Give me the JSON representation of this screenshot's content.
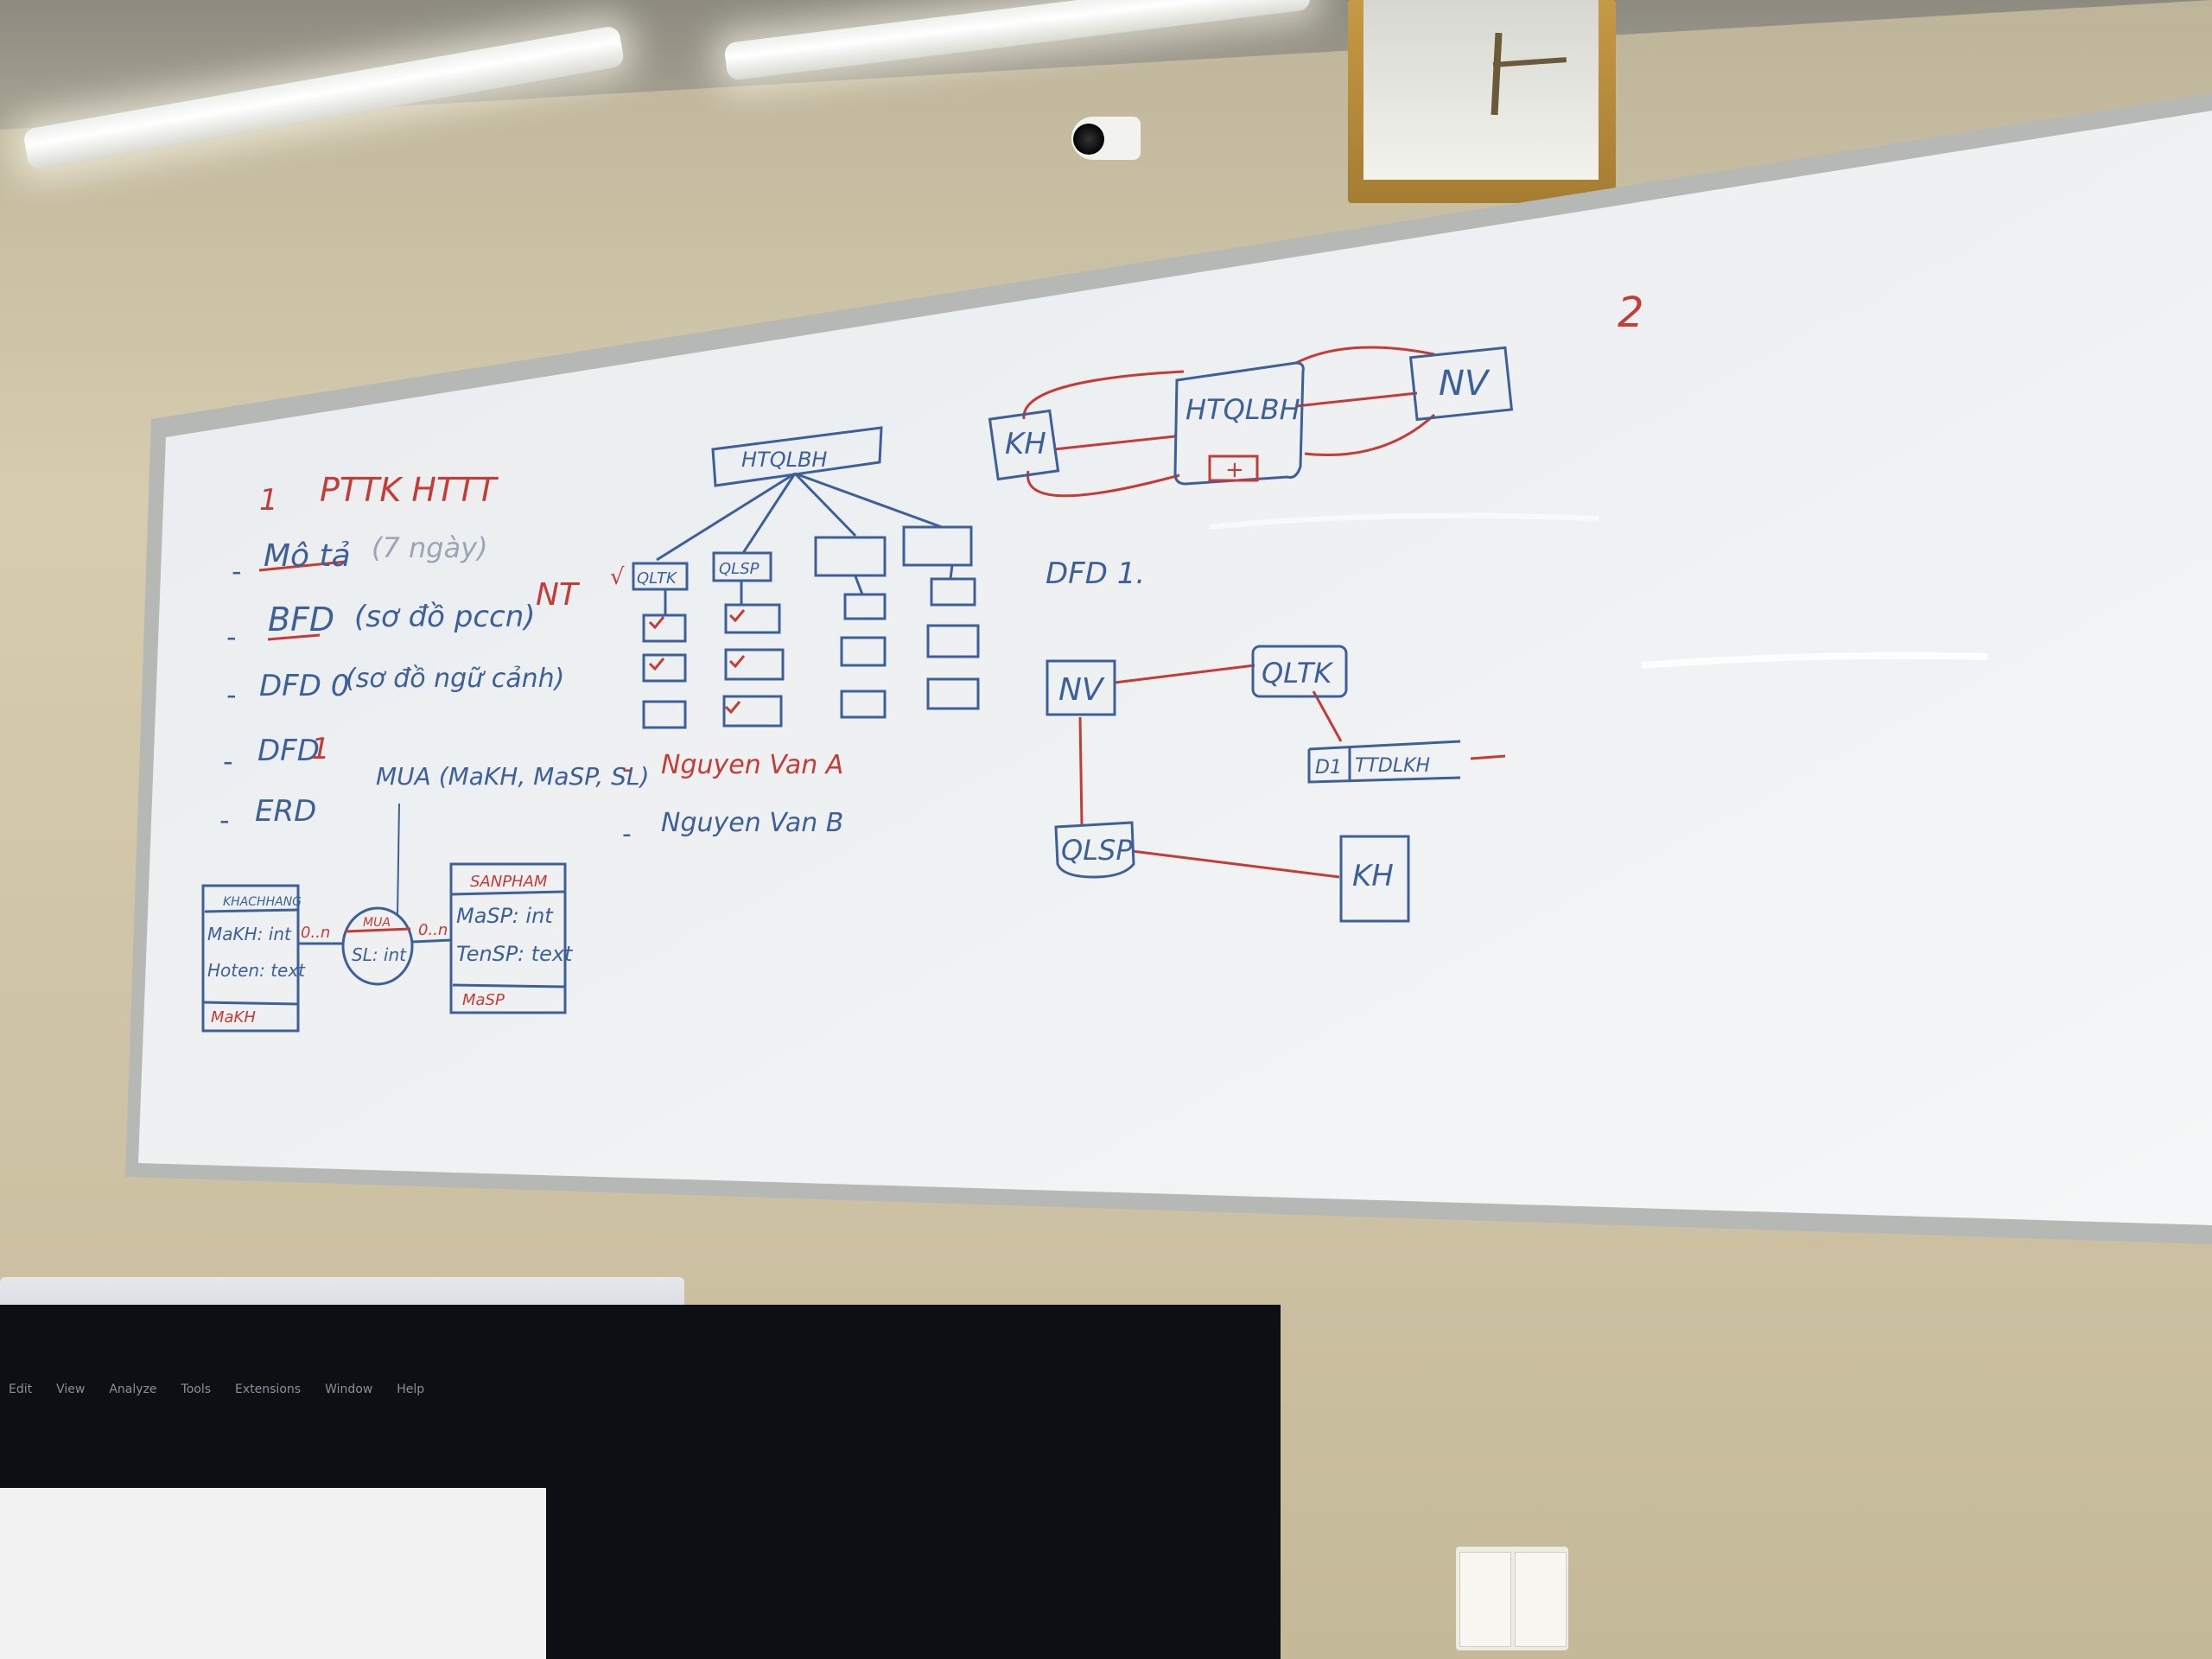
{
  "scene": {
    "colors": {
      "wall": "#d6ccae",
      "board": "#e6eaee",
      "frame": "#b8bbbb",
      "red_marker": "#c63b36",
      "blue_marker": "#3d5f9a",
      "monitor": "#0c0f14"
    }
  },
  "board": {
    "page_number": "2",
    "heading_number": "1",
    "heading": "PTTK HTTT",
    "agenda": [
      {
        "bullet": "-",
        "text": "Mô tả",
        "note": "(7 ngày)"
      },
      {
        "bullet": "-",
        "text": "BFD",
        "note": "(sơ đồ pccn)",
        "extra": "NT"
      },
      {
        "bullet": "-",
        "text": "DFD 0",
        "note": "(sơ đồ ngữ cảnh)"
      },
      {
        "bullet": "-",
        "text": "DFD",
        "mark": "1"
      },
      {
        "bullet": "-",
        "text": "ERD"
      }
    ],
    "relation_note": "MUA (MaKH, MaSP, SL)",
    "bfd": {
      "root": "HTQLBH",
      "children": [
        "QLTK",
        "QLSP"
      ],
      "check": "√"
    },
    "names": [
      "Nguyen Van A",
      "Nguyen Van B"
    ],
    "context": {
      "center": "HTQLBH",
      "left": "KH",
      "right": "NV",
      "center_mark": "+"
    },
    "dfd1": {
      "title": "DFD 1.",
      "nodes": [
        "NV",
        "QLTK",
        "QLSP",
        "KH"
      ],
      "store_id": "D1",
      "store_name": "TTDLKH"
    },
    "erd": {
      "entity_left": {
        "title": "KHACHHANG",
        "rows": [
          "MaKH: int",
          "Hoten: text"
        ],
        "key": "MaKH"
      },
      "relationship": {
        "top": "MUA",
        "attr": "SL: int"
      },
      "cardinality_left": "0..n",
      "cardinality_right": "0..n",
      "entity_right": {
        "title": "SANPHAM",
        "rows": [
          "MaSP: int",
          "TenSP: text"
        ],
        "key": "MaSP"
      }
    }
  },
  "monitor": {
    "menu": [
      "Edit",
      "View",
      "Analyze",
      "Tools",
      "Extensions",
      "Window",
      "Help"
    ]
  }
}
